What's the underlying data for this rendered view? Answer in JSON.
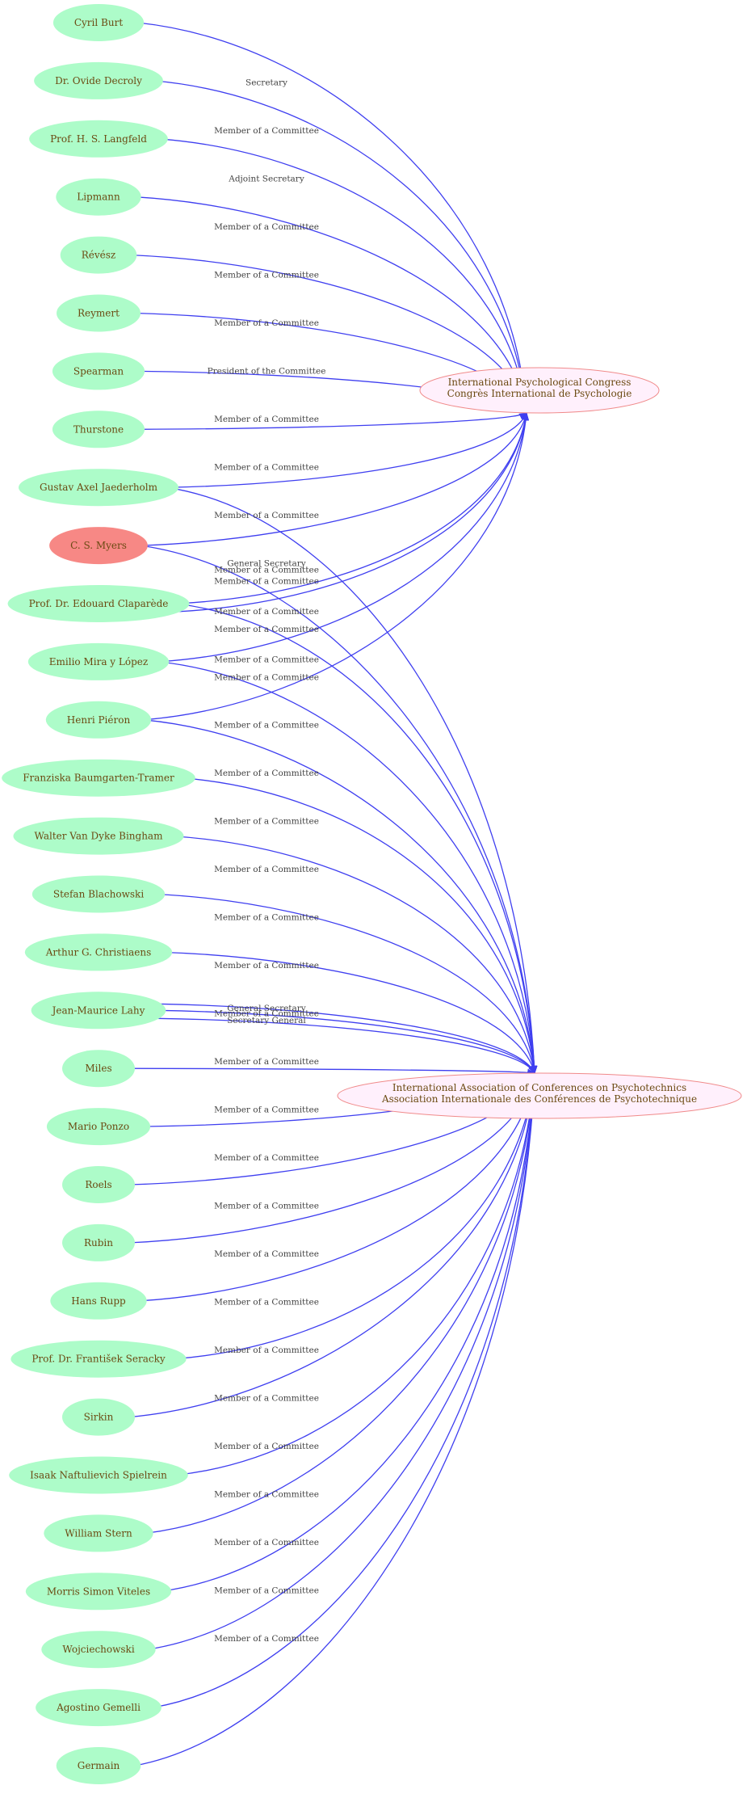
{
  "colors": {
    "person_fill": "#adfcc9",
    "highlight_fill": "#f78885",
    "org_fill": "#fff0fc",
    "org_stroke": "#f08a8a",
    "edge": "#3f3ff0",
    "node_text": "#6b4a12",
    "edge_label_text": "#444444"
  },
  "organizations": [
    {
      "id": "ipc",
      "lines": [
        "International Psychological Congress",
        "Congrès International de Psychologie"
      ]
    },
    {
      "id": "iacp",
      "lines": [
        "International Association of Conferences on Psychotechnics",
        "Association Internationale des Conférences de Psychotechnique"
      ]
    }
  ],
  "people": [
    {
      "name": "Cyril Burt",
      "highlight": false
    },
    {
      "name": "Dr. Ovide Decroly",
      "highlight": false
    },
    {
      "name": "Prof. H. S. Langfeld",
      "highlight": false
    },
    {
      "name": "Lipmann",
      "highlight": false
    },
    {
      "name": "Révész",
      "highlight": false
    },
    {
      "name": "Reymert",
      "highlight": false
    },
    {
      "name": "Spearman",
      "highlight": false
    },
    {
      "name": "Thurstone",
      "highlight": false
    },
    {
      "name": "Gustav Axel Jaederholm",
      "highlight": false
    },
    {
      "name": "C. S. Myers",
      "highlight": true
    },
    {
      "name": "Prof. Dr. Edouard Claparède",
      "highlight": false
    },
    {
      "name": "Emilio Mira y López",
      "highlight": false
    },
    {
      "name": "Henri Piéron",
      "highlight": false
    },
    {
      "name": "Franziska Baumgarten-Tramer",
      "highlight": false
    },
    {
      "name": "Walter Van Dyke Bingham",
      "highlight": false
    },
    {
      "name": "Stefan Blachowski",
      "highlight": false
    },
    {
      "name": "Arthur G. Christiaens",
      "highlight": false
    },
    {
      "name": "Jean-Maurice Lahy",
      "highlight": false
    },
    {
      "name": "Miles",
      "highlight": false
    },
    {
      "name": "Mario Ponzo",
      "highlight": false
    },
    {
      "name": "Roels",
      "highlight": false
    },
    {
      "name": "Rubin",
      "highlight": false
    },
    {
      "name": "Hans Rupp",
      "highlight": false
    },
    {
      "name": "Prof. Dr. František Seracky",
      "highlight": false
    },
    {
      "name": "Sirkin",
      "highlight": false
    },
    {
      "name": "Isaak Naftulievich Spielrein",
      "highlight": false
    },
    {
      "name": "William Stern",
      "highlight": false
    },
    {
      "name": "Morris Simon Viteles",
      "highlight": false
    },
    {
      "name": "Wojciechowski",
      "highlight": false
    },
    {
      "name": "Agostino Gemelli",
      "highlight": false
    },
    {
      "name": "Germain",
      "highlight": false
    }
  ],
  "edges": [
    {
      "from": 0,
      "to": "ipc",
      "label": "Secretary"
    },
    {
      "from": 1,
      "to": "ipc",
      "label": "Member of a Committee"
    },
    {
      "from": 2,
      "to": "ipc",
      "label": "Adjoint Secretary"
    },
    {
      "from": 3,
      "to": "ipc",
      "label": "Member of a Committee"
    },
    {
      "from": 4,
      "to": "ipc",
      "label": "Member of a Committee"
    },
    {
      "from": 5,
      "to": "ipc",
      "label": "Member of a Committee"
    },
    {
      "from": 6,
      "to": "ipc",
      "label": "President of the Committee"
    },
    {
      "from": 7,
      "to": "ipc",
      "label": "Member of a Committee"
    },
    {
      "from": 8,
      "to": "ipc",
      "label": "Member of a Committee"
    },
    {
      "from": 8,
      "to": "iacp",
      "label": "Member of a Committee"
    },
    {
      "from": 9,
      "to": "ipc",
      "label": "Member of a Committee"
    },
    {
      "from": 9,
      "to": "iacp",
      "label": "Member of a Committee"
    },
    {
      "from": 10,
      "to": "ipc",
      "label": "General Secretary"
    },
    {
      "from": 10,
      "to": "ipc",
      "label": "Member of a Committee"
    },
    {
      "from": 10,
      "to": "iacp",
      "label": "Member of a Committee"
    },
    {
      "from": 11,
      "to": "ipc",
      "label": "Member of a Committee"
    },
    {
      "from": 11,
      "to": "iacp",
      "label": "Member of a Committee"
    },
    {
      "from": 12,
      "to": "ipc",
      "label": "Member of a Committee"
    },
    {
      "from": 12,
      "to": "iacp",
      "label": "Member of a Committee"
    },
    {
      "from": 13,
      "to": "iacp",
      "label": "Member of a Committee"
    },
    {
      "from": 14,
      "to": "iacp",
      "label": "Member of a Committee"
    },
    {
      "from": 15,
      "to": "iacp",
      "label": "Member of a Committee"
    },
    {
      "from": 16,
      "to": "iacp",
      "label": "Member of a Committee"
    },
    {
      "from": 17,
      "to": "iacp",
      "label": "Member of a Committee"
    },
    {
      "from": 17,
      "to": "iacp",
      "label": "Secretary General"
    },
    {
      "from": 17,
      "to": "iacp",
      "label": "General Secretary"
    },
    {
      "from": 18,
      "to": "iacp",
      "label": "Member of a Committee"
    },
    {
      "from": 19,
      "to": "iacp",
      "label": "Member of a Committee"
    },
    {
      "from": 20,
      "to": "iacp",
      "label": "Member of a Committee"
    },
    {
      "from": 21,
      "to": "iacp",
      "label": "Member of a Committee"
    },
    {
      "from": 22,
      "to": "iacp",
      "label": "Member of a Committee"
    },
    {
      "from": 23,
      "to": "iacp",
      "label": "Member of a Committee"
    },
    {
      "from": 24,
      "to": "iacp",
      "label": "Member of a Committee"
    },
    {
      "from": 25,
      "to": "iacp",
      "label": "Member of a Committee"
    },
    {
      "from": 26,
      "to": "iacp",
      "label": "Member of a Committee"
    },
    {
      "from": 27,
      "to": "iacp",
      "label": "Member of a Committee"
    },
    {
      "from": 28,
      "to": "iacp",
      "label": "Member of a Committee"
    },
    {
      "from": 29,
      "to": "iacp",
      "label": "Member of a Committee"
    },
    {
      "from": 30,
      "to": "iacp",
      "label": "Member of a Committee"
    }
  ]
}
